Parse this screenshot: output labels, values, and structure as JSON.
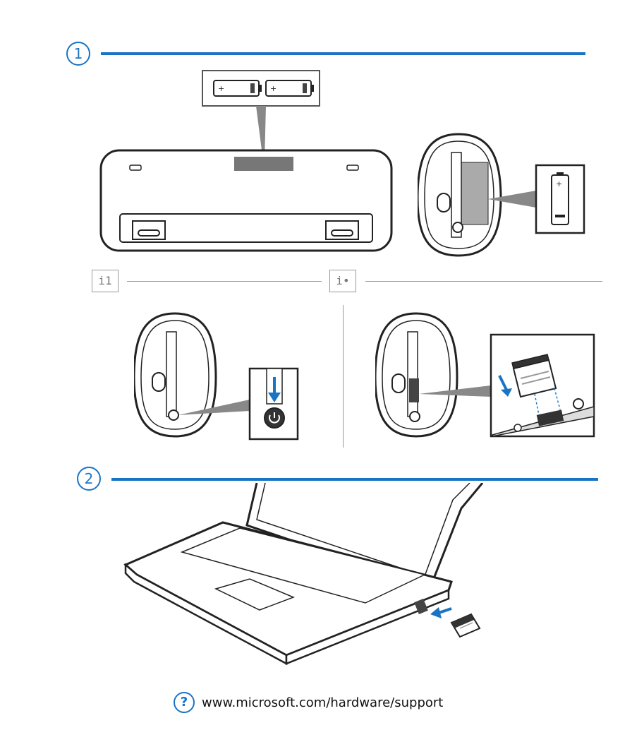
{
  "steps": {
    "step1": {
      "number": "1"
    },
    "step2": {
      "number": "2"
    }
  },
  "substeps": {
    "a": {
      "label": "i1"
    },
    "b": {
      "label": "i•"
    }
  },
  "footer": {
    "icon": "help-circle-icon",
    "url": "www.microsoft.com/hardware/support"
  },
  "colors": {
    "accent": "#1a74c4",
    "line": "#111111",
    "gray": "#888888"
  }
}
